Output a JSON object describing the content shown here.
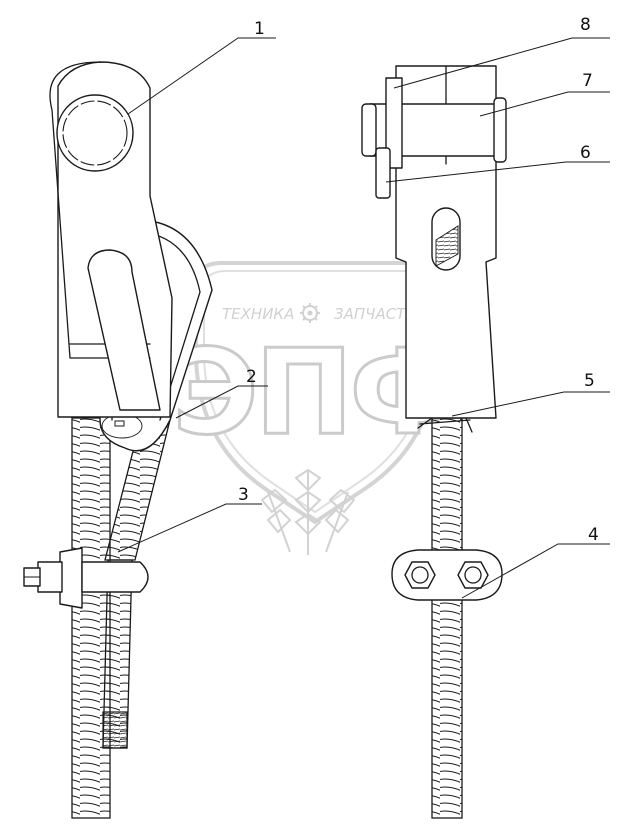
{
  "callouts": [
    {
      "label": "1"
    },
    {
      "label": "2"
    },
    {
      "label": "3"
    },
    {
      "label": "4"
    },
    {
      "label": "5"
    },
    {
      "label": "6"
    },
    {
      "label": "7"
    },
    {
      "label": "8"
    }
  ],
  "watermark": {
    "logo_text": "ЭПФ",
    "left_word": "ТЕХНИКА",
    "right_word": "ЗАПЧАСТИ",
    "gear_icon": "gear-icon",
    "brand_gray": "#c9c9c9"
  }
}
